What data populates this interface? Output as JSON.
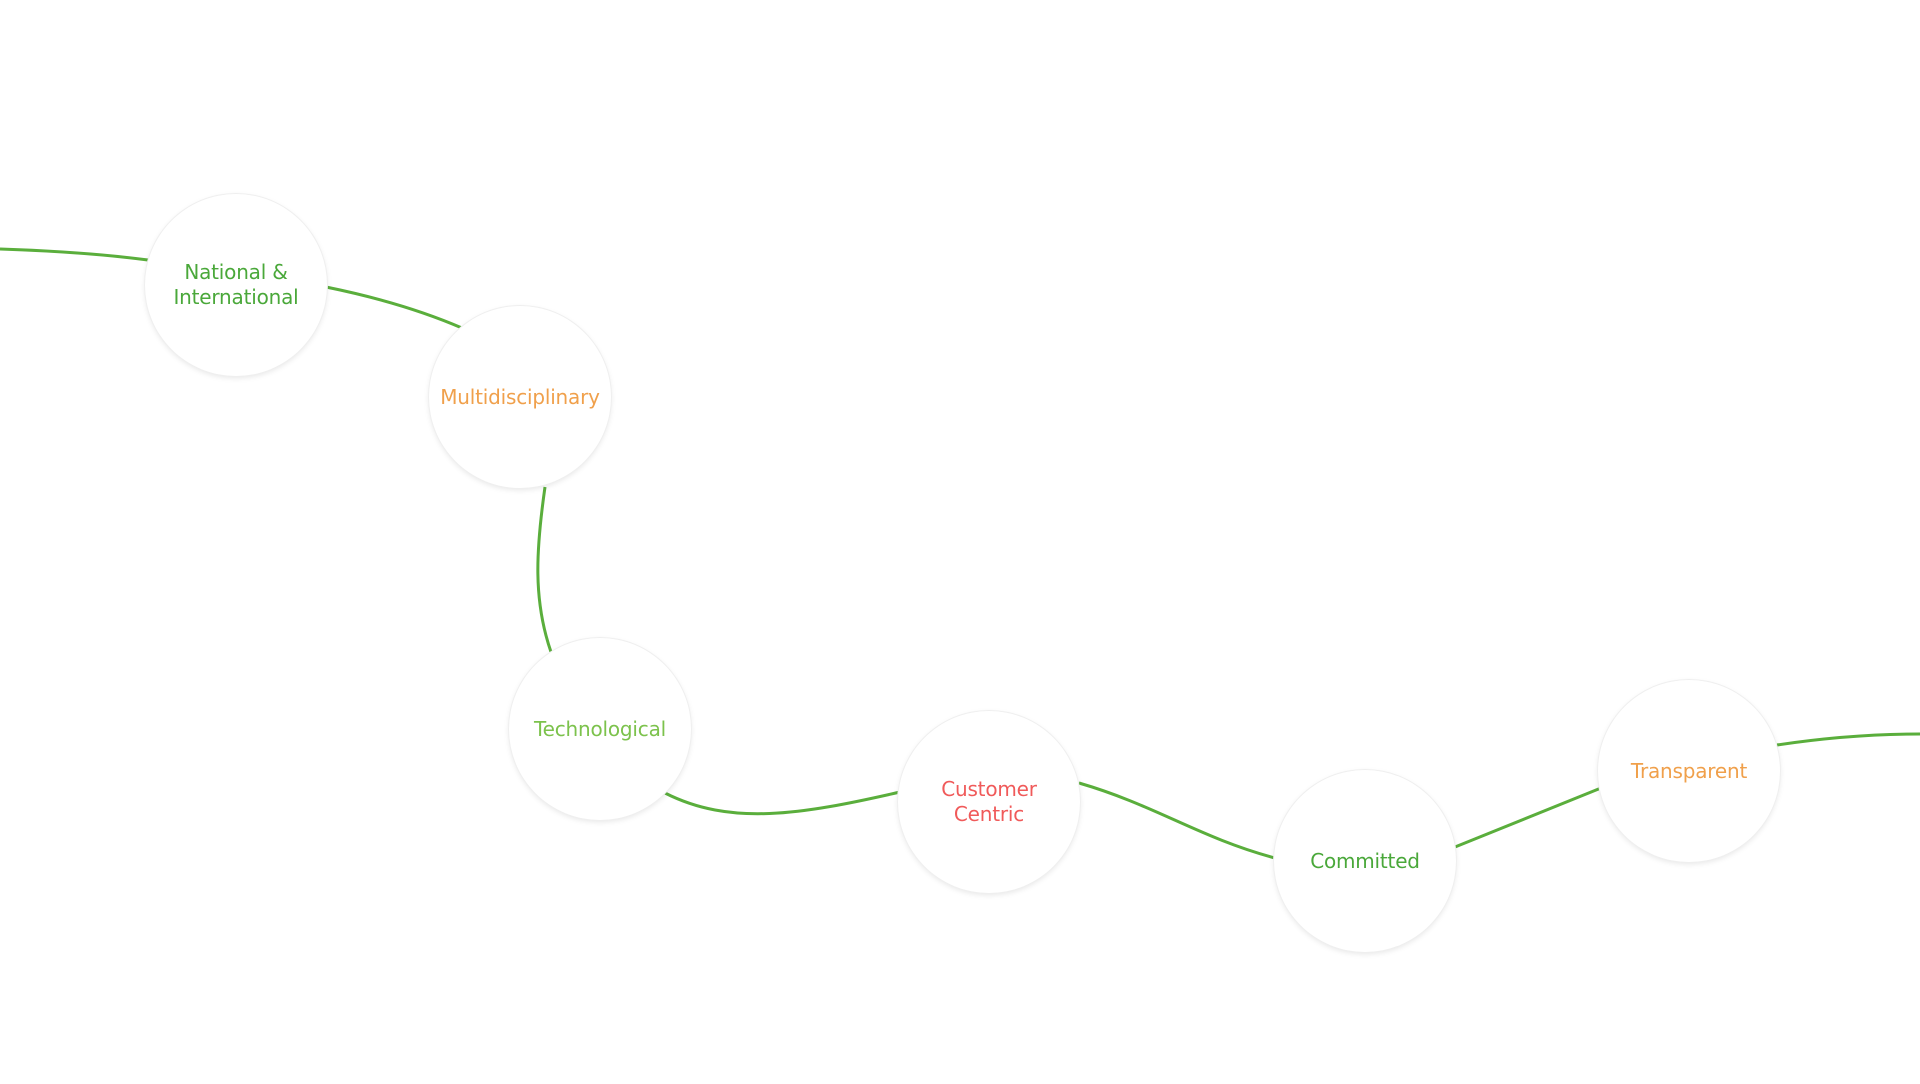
{
  "nodes": [
    {
      "label": "National &\nInternational",
      "color": "#4aa83a"
    },
    {
      "label": "Multidisciplinary",
      "color": "#f0a04b"
    },
    {
      "label": "Technological",
      "color": "#7cc24c"
    },
    {
      "label": "Customer\nCentric",
      "color": "#f05a5a"
    },
    {
      "label": "Committed",
      "color": "#4aa83a"
    },
    {
      "label": "Transparent",
      "color": "#f0a04b"
    }
  ],
  "line_color": "#5aae3c"
}
